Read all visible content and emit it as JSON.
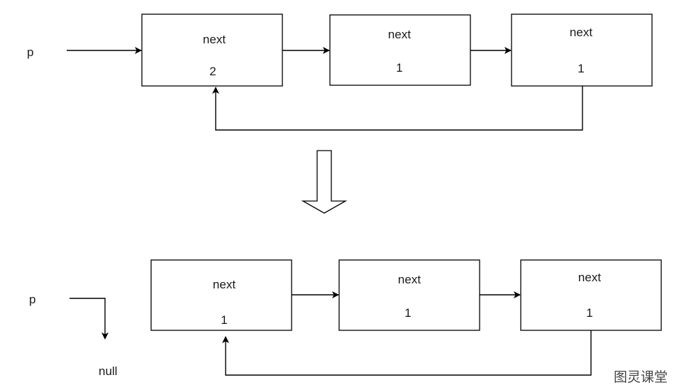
{
  "top": {
    "pointer_label": "p",
    "nodes": [
      {
        "field": "next",
        "value": "2"
      },
      {
        "field": "next",
        "value": "1"
      },
      {
        "field": "next",
        "value": "1"
      }
    ]
  },
  "bottom": {
    "pointer_label": "p",
    "null_label": "null",
    "nodes": [
      {
        "field": "next",
        "value": "1"
      },
      {
        "field": "next",
        "value": "1"
      },
      {
        "field": "next",
        "value": "1"
      }
    ]
  },
  "watermark": "图灵课堂"
}
